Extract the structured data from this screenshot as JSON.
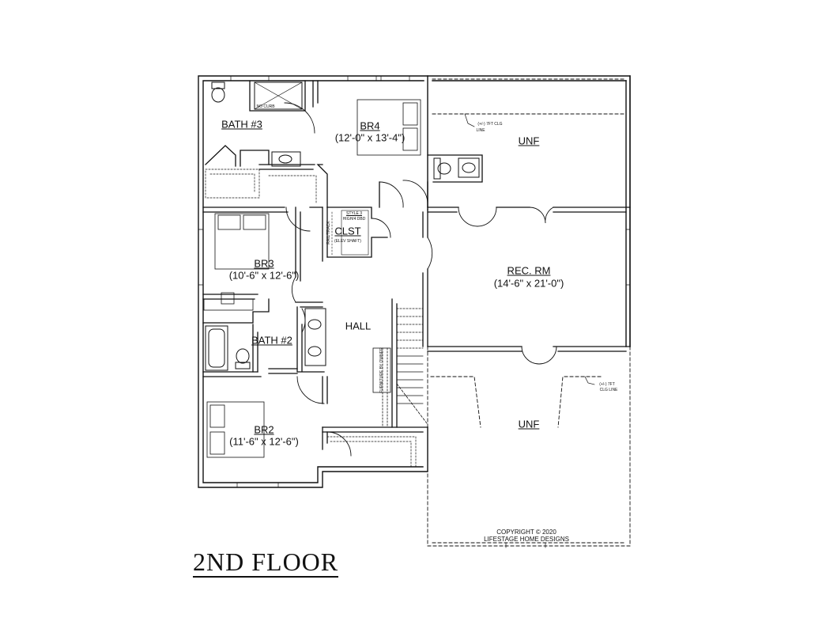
{
  "title": "2ND FLOOR",
  "rooms": {
    "br4": {
      "name": "BR4",
      "size": "(12'-0\" x 13'-4\")"
    },
    "bath3": {
      "name": "BATH #3"
    },
    "no_curb": "NO CURB",
    "br3": {
      "name": "BR3",
      "size": "(10'-6\" x 12'-6\")"
    },
    "clst": {
      "name": "CLST",
      "note": "(ELEV SHAFT)",
      "shelf": "STYLE 3",
      "shelf2": "HIGH/4 DBD",
      "rail": "RAIL/TRACK"
    },
    "bath2": {
      "name": "BATH #2"
    },
    "hall": {
      "name": "HALL"
    },
    "br2": {
      "name": "BR2",
      "size": "(11'-6\" x 12'-6\")"
    },
    "rec_rm": {
      "name": "REC. RM",
      "size": "(14'-6\" x 21'-0\")"
    },
    "unf_top": {
      "name": "UNF"
    },
    "unf_bottom": {
      "name": "UNF"
    },
    "furniture_note": "FURNITURE BY OWNER",
    "clg_line_top": [
      "(+/-) 7FT CLG",
      "LINE"
    ],
    "clg_line_bottom": [
      "(+/-) 7FT",
      "CLG LINE"
    ]
  },
  "copyright": [
    "COPYRIGHT © 2020",
    "LIFESTAGE HOME DESIGNS"
  ]
}
